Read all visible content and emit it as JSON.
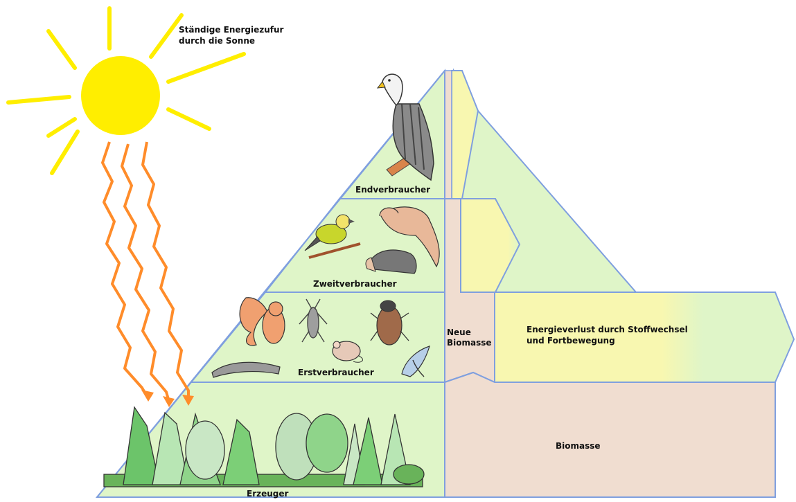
{
  "sun": {
    "caption_line1": "Ständige Energiezufur",
    "caption_line2": "durch die Sonne"
  },
  "levels": {
    "top": "Endverbraucher",
    "second": "Zweitverbraucher",
    "third": "Erstverbraucher",
    "base": "Erzeuger"
  },
  "biomass": {
    "new_line1": "Neue",
    "new_line2": "Biomasse",
    "base": "Biomasse"
  },
  "energy_loss": {
    "line1": "Energieverlust durch Stoffwechsel",
    "line2": "und Fortbewegung"
  },
  "colors": {
    "pyramid_fill": "#dff5c8",
    "outline": "#7f9fdf",
    "biomass_fill": "#f0ddd0",
    "energy_band": "#f8f7b0",
    "sun": "#ffee00",
    "rays": "#ff8c2a"
  },
  "icons": [
    "sun-icon",
    "sunlight-rays-icon",
    "eagle-icon",
    "bird-icon",
    "marten-icon",
    "hedgehog-icon",
    "squirrel-icon",
    "grasshopper-icon",
    "beetle-icon",
    "mouse-icon",
    "caterpillar-icon",
    "small-bird-icon",
    "tree-icon"
  ]
}
